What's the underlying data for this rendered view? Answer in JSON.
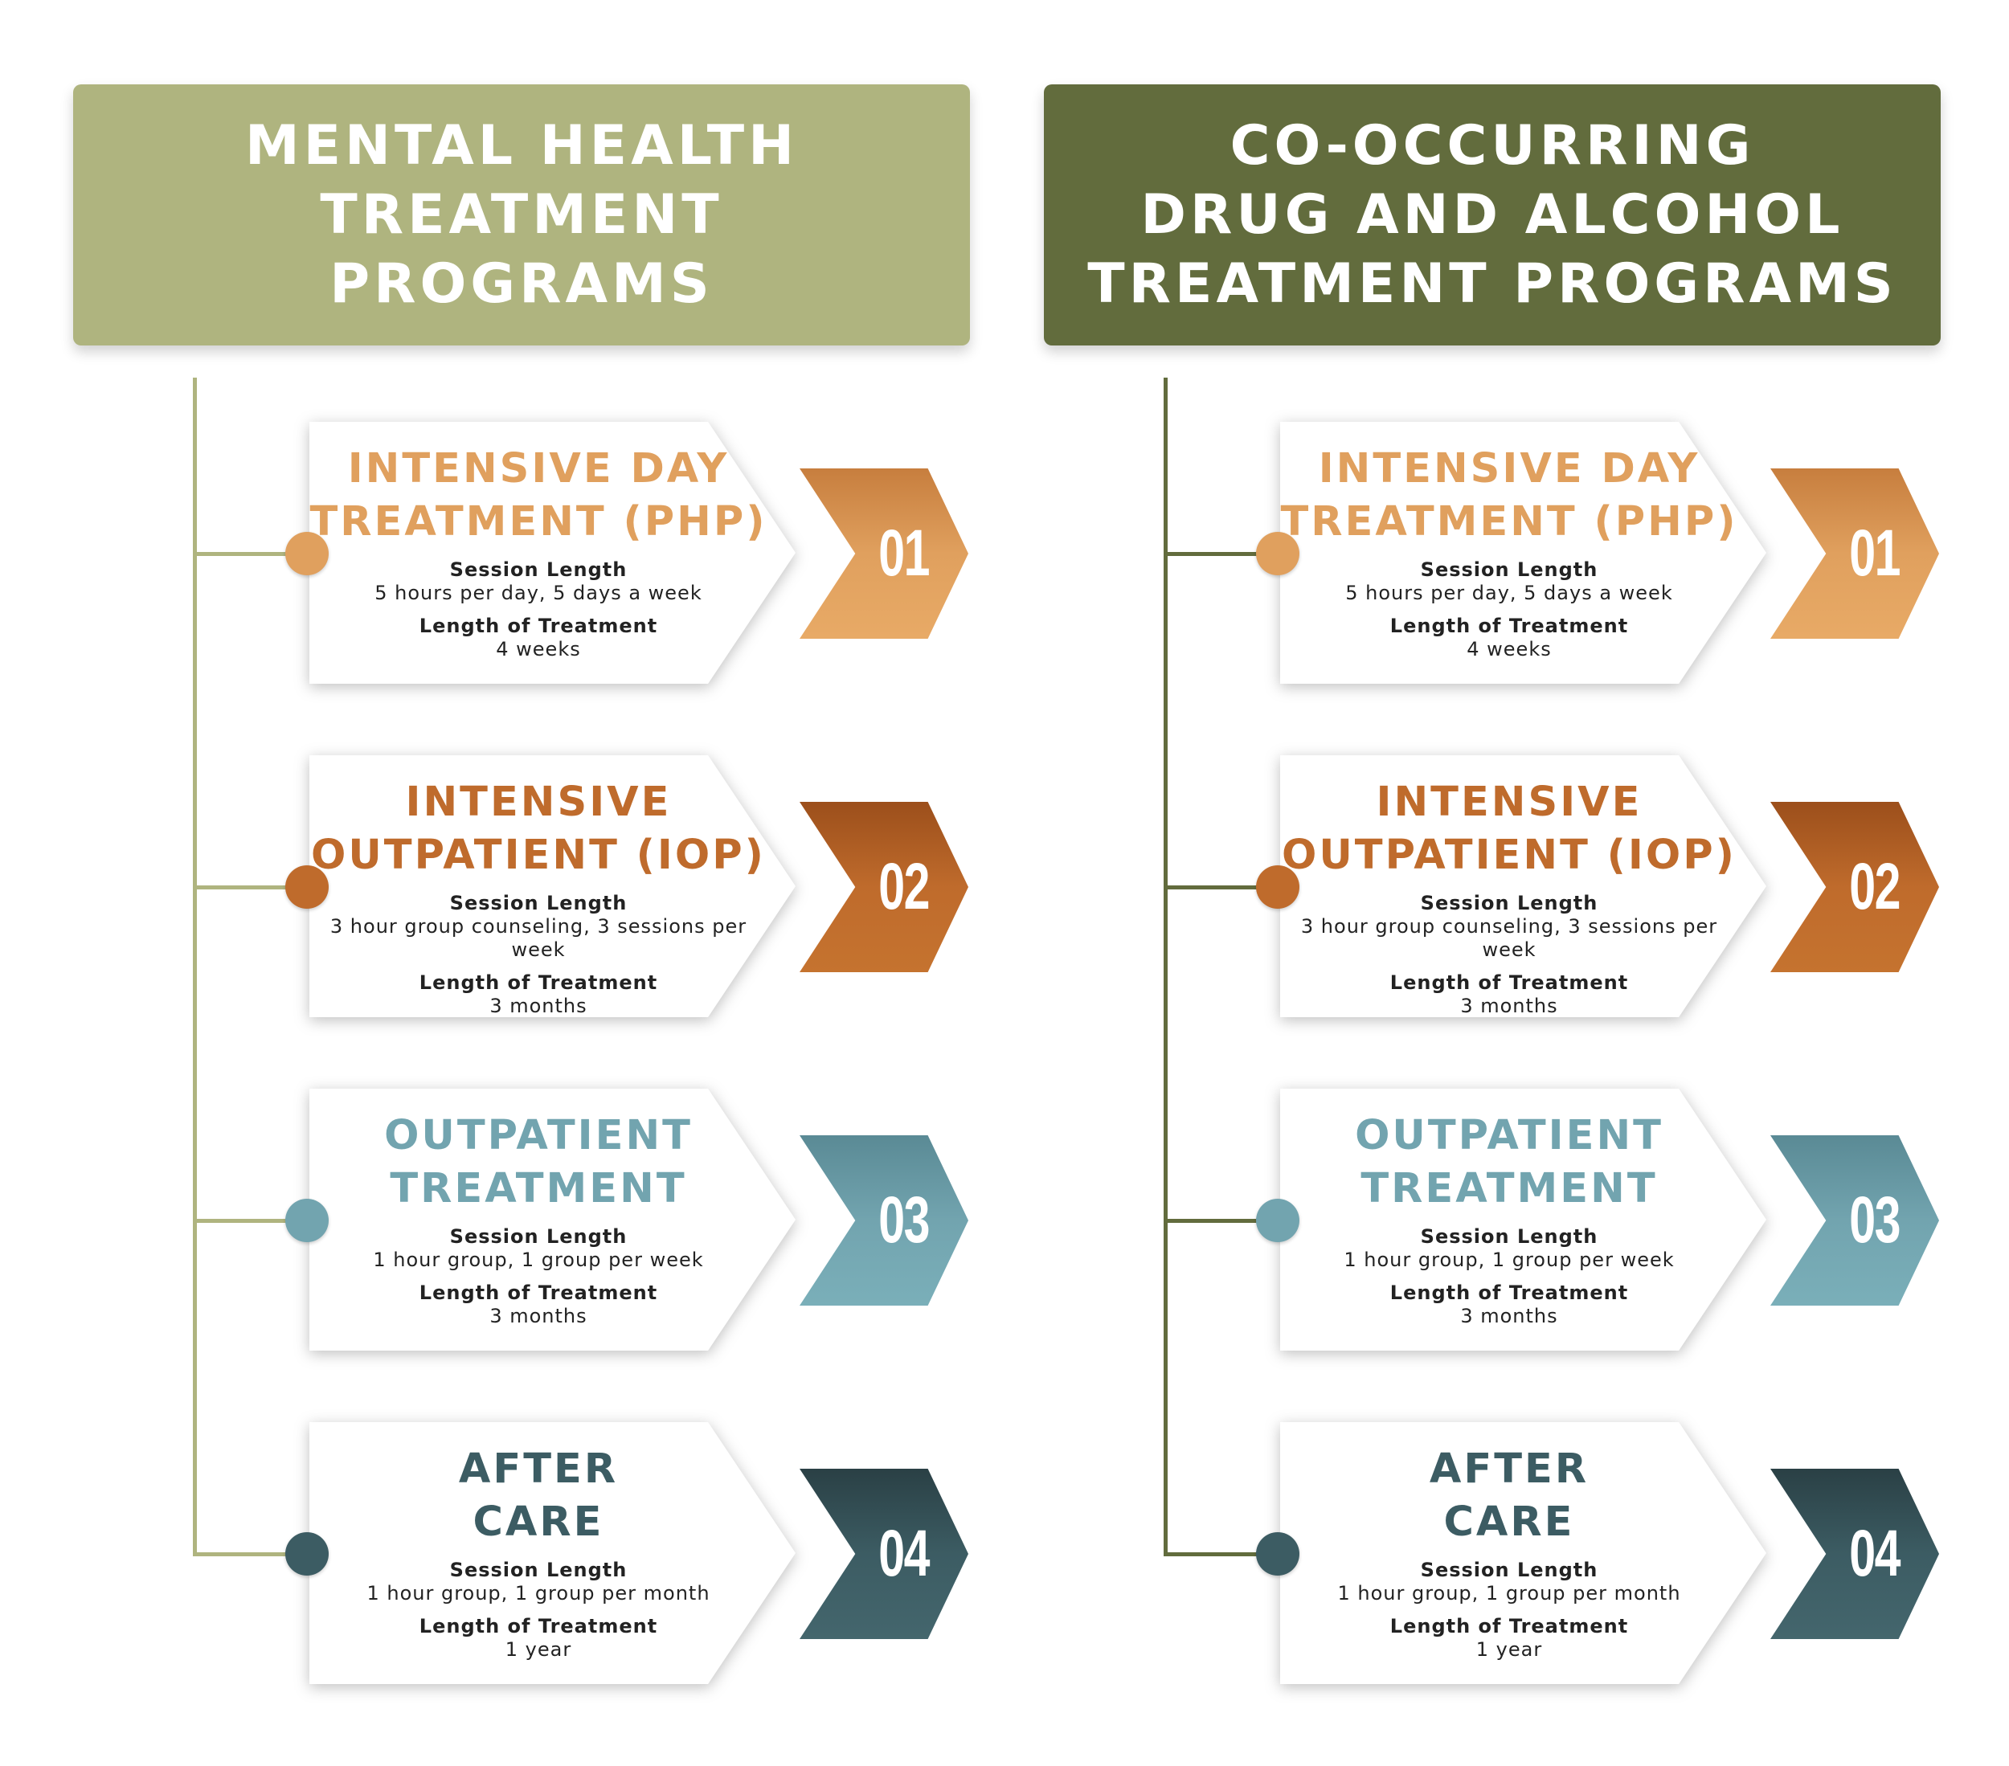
{
  "colors": {
    "left_header": "#AFB47F",
    "right_header": "#626C3D",
    "left_line": "#AFB47F",
    "right_line": "#626C3D",
    "step1": "#E0A05E",
    "step2": "#BF6B2C",
    "step3": "#72A4AF",
    "step4": "#3C5C63"
  },
  "columns": [
    {
      "title": "MENTAL HEALTH\nTREATMENT\nPROGRAMS",
      "steps": [
        {
          "number": "01",
          "title": "INTENSIVE DAY\nTREATMENT (PHP)",
          "session_label": "Session Length",
          "session_value": "5 hours per day, 5 days a week",
          "length_label": "Length of Treatment",
          "length_value": "4 weeks"
        },
        {
          "number": "02",
          "title": "INTENSIVE\nOUTPATIENT (IOP)",
          "session_label": "Session Length",
          "session_value": "3 hour group counseling, 3 sessions per week",
          "length_label": "Length of Treatment",
          "length_value": "3 months"
        },
        {
          "number": "03",
          "title": "OUTPATIENT\nTREATMENT",
          "session_label": "Session Length",
          "session_value": "1 hour group, 1 group per week",
          "length_label": "Length of Treatment",
          "length_value": "3 months"
        },
        {
          "number": "04",
          "title": "AFTER\nCARE",
          "session_label": "Session Length",
          "session_value": "1 hour group, 1 group per month",
          "length_label": "Length of Treatment",
          "length_value": "1 year"
        }
      ]
    },
    {
      "title": "CO-OCCURRING\nDRUG AND ALCOHOL\nTREATMENT PROGRAMS",
      "steps": [
        {
          "number": "01",
          "title": "INTENSIVE DAY\nTREATMENT (PHP)",
          "session_label": "Session Length",
          "session_value": "5 hours per day, 5 days a week",
          "length_label": "Length of Treatment",
          "length_value": "4 weeks"
        },
        {
          "number": "02",
          "title": "INTENSIVE\nOUTPATIENT (IOP)",
          "session_label": "Session Length",
          "session_value": "3 hour group counseling, 3 sessions per week",
          "length_label": "Length of Treatment",
          "length_value": "3 months"
        },
        {
          "number": "03",
          "title": "OUTPATIENT\nTREATMENT",
          "session_label": "Session Length",
          "session_value": "1 hour group, 1 group per week",
          "length_label": "Length of Treatment",
          "length_value": "3 months"
        },
        {
          "number": "04",
          "title": "AFTER\nCARE",
          "session_label": "Session Length",
          "session_value": "1 hour group, 1 group per month",
          "length_label": "Length of Treatment",
          "length_value": "1 year"
        }
      ]
    }
  ]
}
